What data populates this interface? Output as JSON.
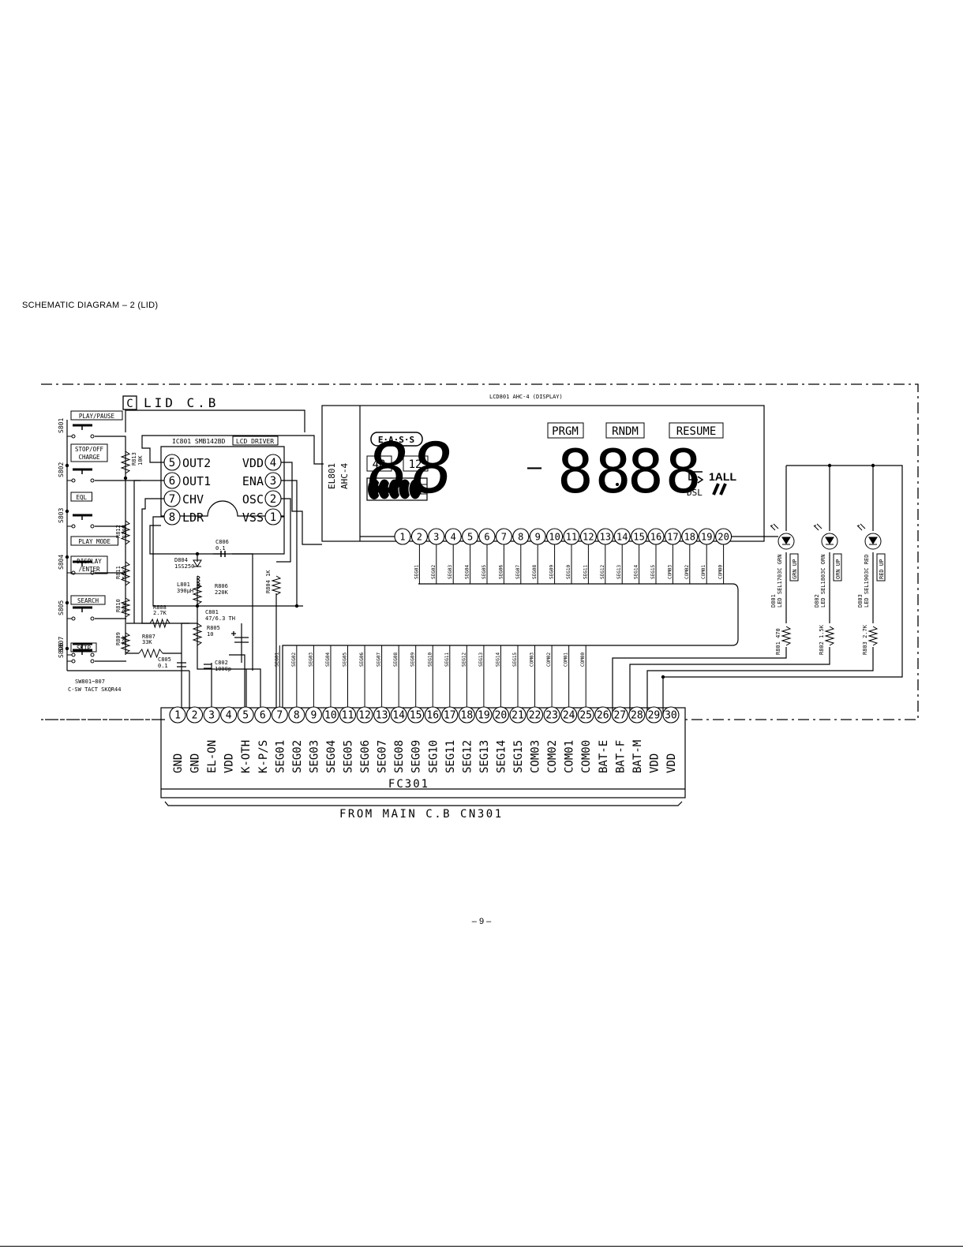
{
  "page": {
    "title": "SCHEMATIC DIAGRAM – 2 (LID)",
    "page_number": "– 9 –"
  },
  "board": {
    "letter": "C",
    "name": "LID C.B"
  },
  "lcd_label": "LCD801 AHC-4 (DISPLAY)",
  "el801": {
    "ref": "EL801",
    "part": "AHC-4"
  },
  "lcd_display": {
    "eas": "E·A·S·S",
    "n48": "48",
    "n12": "12",
    "prgm": "PRGM",
    "rndm": "RNDM",
    "resume": "RESUME",
    "digits_left": "88",
    "dash": "–",
    "digits_mid": "88",
    "digits_right": "88",
    "one_all": "1ALL",
    "dsl": "DSL"
  },
  "lcd_pins": [
    "1",
    "2",
    "3",
    "4",
    "5",
    "6",
    "7",
    "8",
    "9",
    "10",
    "11",
    "12",
    "13",
    "14",
    "15",
    "16",
    "17",
    "18",
    "19",
    "20"
  ],
  "lcd_signals": [
    "SEG01",
    "SEG02",
    "SEG03",
    "SEG04",
    "SEG05",
    "SEG06",
    "SEG07",
    "SEG08",
    "SEG09",
    "SEG10",
    "SEG11",
    "SEG12",
    "SEG13",
    "SEG14",
    "SEG15",
    "COM03",
    "COM02",
    "COM01",
    "COM00"
  ],
  "ic801": {
    "label": "IC801 SMB142BD",
    "tag": "LCD DRIVER",
    "left_pins": [
      {
        "num": "5",
        "name": "OUT2"
      },
      {
        "num": "6",
        "name": "OUT1"
      },
      {
        "num": "7",
        "name": "CHV"
      },
      {
        "num": "8",
        "name": "LDR"
      }
    ],
    "right_pins": [
      {
        "num": "4",
        "name": "VDD"
      },
      {
        "num": "3",
        "name": "ENA"
      },
      {
        "num": "2",
        "name": "OSC"
      },
      {
        "num": "1",
        "name": "VSS"
      }
    ]
  },
  "switches": [
    {
      "ref": "S801",
      "label": "PLAY/PAUSE"
    },
    {
      "ref": "S802",
      "label": "STOP/OFF CHARGE"
    },
    {
      "ref": "S803",
      "label": "EQL"
    },
    {
      "ref": "S804",
      "label": "PLAY MODE"
    },
    {
      "ref": "S805",
      "label": "DISPLAY /ENTER"
    },
    {
      "ref": "S806",
      "label": "SEARCH"
    },
    {
      "ref": "S807",
      "label": "SKIP"
    }
  ],
  "switch_note": [
    "SW801~807",
    "C-SW TACT SKQR44"
  ],
  "resistors": [
    {
      "ref": "R813",
      "value": "10K"
    },
    {
      "ref": "R812",
      "value": "120K"
    },
    {
      "ref": "R811",
      "value": "56K"
    },
    {
      "ref": "R810",
      "value": "33K"
    },
    {
      "ref": "R809",
      "value": "33K"
    },
    {
      "ref": "R808",
      "value": "2.7K"
    },
    {
      "ref": "R807",
      "value": "33K"
    },
    {
      "ref": "R806",
      "value": "220K"
    },
    {
      "ref": "R805",
      "value": "10"
    },
    {
      "ref": "R804",
      "value": "1K"
    }
  ],
  "components": {
    "d804": [
      "D804",
      "1SS250"
    ],
    "c806": [
      "C806",
      "0.1"
    ],
    "l801": [
      "L801",
      "390μH"
    ],
    "c801": [
      "C801",
      "47/6.3 TH"
    ],
    "c805": [
      "C805",
      "0.1"
    ],
    "c802": [
      "C802",
      "1000p"
    ]
  },
  "leds": [
    {
      "ref": "D801",
      "part": "LED SEL1703C GRN",
      "tag": "GRN UP",
      "res": "R801 470"
    },
    {
      "ref": "D802",
      "part": "LED SEL1803C ORN",
      "tag": "ORN UP",
      "res": "R802 1.5K"
    },
    {
      "ref": "D803",
      "part": "LED SEL1903C RED",
      "tag": "RED UP",
      "res": "R803 2.7K"
    }
  ],
  "connector": {
    "pins": [
      "1",
      "2",
      "3",
      "4",
      "5",
      "6",
      "7",
      "8",
      "9",
      "10",
      "11",
      "12",
      "13",
      "14",
      "15",
      "16",
      "17",
      "18",
      "19",
      "20",
      "21",
      "22",
      "23",
      "24",
      "25",
      "26",
      "27",
      "28",
      "29",
      "30"
    ],
    "signals": [
      "GND",
      "GND",
      "EL-ON",
      "VDD",
      "K-OTH",
      "K-P/S",
      "SEG01",
      "SEG02",
      "SEG03",
      "SEG04",
      "SEG05",
      "SEG06",
      "SEG07",
      "SEG08",
      "SEG09",
      "SEG10",
      "SEG11",
      "SEG12",
      "SEG13",
      "SEG14",
      "SEG15",
      "COM03",
      "COM02",
      "COM01",
      "COM00",
      "BAT-E",
      "BAT-F",
      "BAT-M",
      "VDD",
      "VDD"
    ],
    "ref": "FC301",
    "bus_signals": [
      "SEG01",
      "SEG02",
      "SEG03",
      "SEG04",
      "SEG05",
      "SEG06",
      "SEG07",
      "SEG08",
      "SEG09",
      "SEG10",
      "SEG11",
      "SEG12",
      "SEG13",
      "SEG14",
      "SEG15",
      "COM03",
      "COM02",
      "COM01",
      "COM00"
    ]
  },
  "from_label": "FROM MAIN C.B CN301"
}
